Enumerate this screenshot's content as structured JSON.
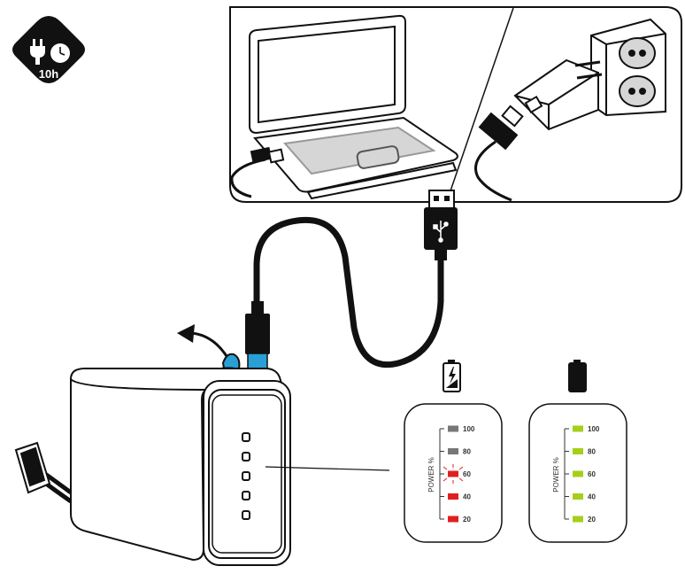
{
  "badge": {
    "duration_label": "10h",
    "icons": [
      "plug-icon",
      "clock-icon"
    ]
  },
  "sources": {
    "left": "laptop-icon",
    "right": [
      "wall-charger-icon",
      "wall-socket-icon"
    ],
    "connector": "usb-icon"
  },
  "gauge_label": "POWER %",
  "gauges": [
    {
      "state": "charging",
      "state_icon": "battery-charging-icon",
      "levels": [
        {
          "label": "100",
          "color": "#777777",
          "status": "empty"
        },
        {
          "label": "80",
          "color": "#777777",
          "status": "empty"
        },
        {
          "label": "60",
          "color": "#e02020",
          "status": "blinking"
        },
        {
          "label": "40",
          "color": "#e02020",
          "status": "lit"
        },
        {
          "label": "20",
          "color": "#e02020",
          "status": "lit"
        }
      ]
    },
    {
      "state": "full",
      "state_icon": "battery-full-icon",
      "levels": [
        {
          "label": "100",
          "color": "#a6cf1a",
          "status": "lit"
        },
        {
          "label": "80",
          "color": "#a6cf1a",
          "status": "lit"
        },
        {
          "label": "60",
          "color": "#a6cf1a",
          "status": "lit"
        },
        {
          "label": "40",
          "color": "#a6cf1a",
          "status": "lit"
        },
        {
          "label": "20",
          "color": "#a6cf1a",
          "status": "lit"
        }
      ]
    }
  ],
  "colors": {
    "usb_c_tip": "#2a9fd6",
    "outline": "#1a1a1a",
    "screen_gray": "#d6d6d6",
    "device_leds": "#222222"
  }
}
